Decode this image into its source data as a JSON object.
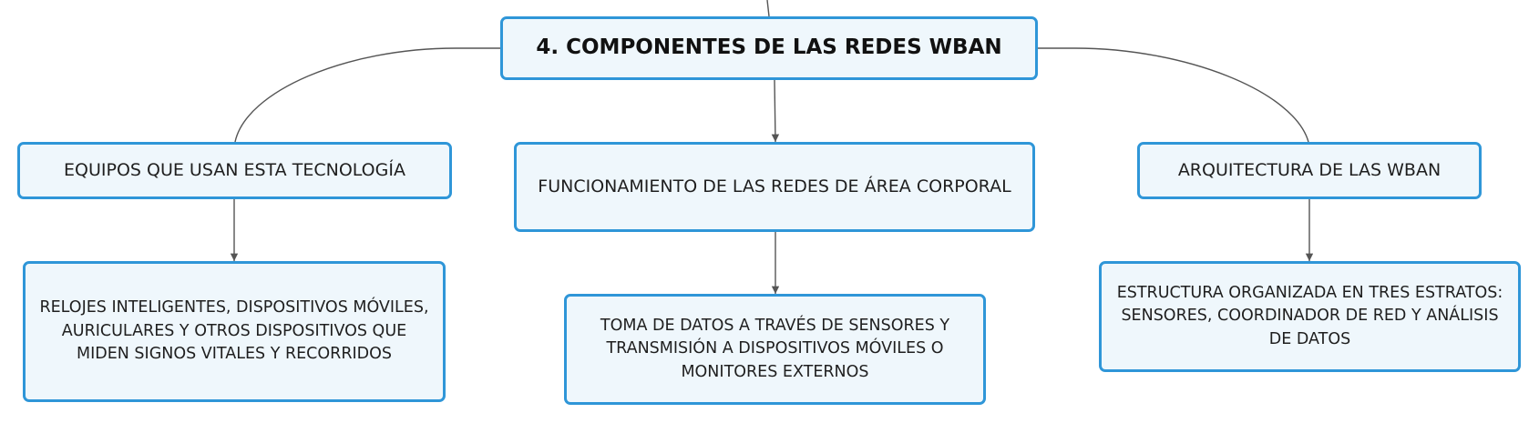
{
  "root": {
    "label": "4. COMPONENTES DE LAS REDES WBAN"
  },
  "branches": [
    {
      "label": "EQUIPOS QUE USAN ESTA TECNOLOGÍA",
      "detail": "RELOJES INTELIGENTES, DISPOSITIVOS MÓVILES, AURICULARES Y OTROS DISPOSITIVOS QUE MIDEN SIGNOS VITALES Y RECORRIDOS"
    },
    {
      "label": "FUNCIONAMIENTO DE LAS REDES DE ÁREA CORPORAL",
      "detail": "TOMA DE DATOS A TRAVÉS DE SENSORES Y TRANSMISIÓN A DISPOSITIVOS MÓVILES O MONITORES EXTERNOS"
    },
    {
      "label": "ARQUITECTURA DE LAS WBAN",
      "detail": "ESTRUCTURA ORGANIZADA EN TRES ESTRATOS: SENSORES, COORDINADOR DE RED Y ANÁLISIS DE DATOS"
    }
  ],
  "colors": {
    "node_border": "#2f96d8",
    "node_fill": "#eff7fc",
    "connector": "#555555"
  }
}
